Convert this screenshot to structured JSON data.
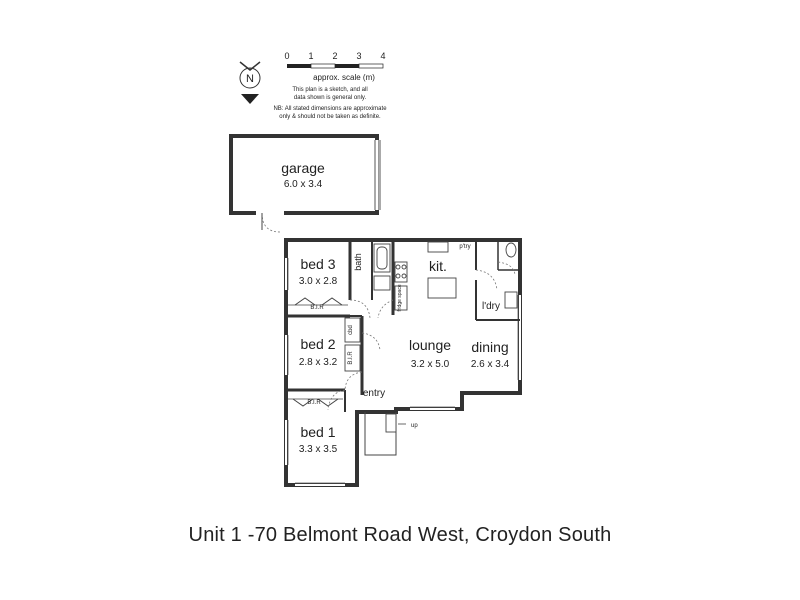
{
  "scale": {
    "ticks": [
      "0",
      "1",
      "2",
      "3",
      "4"
    ],
    "label": "approx. scale (m)",
    "note1": "This plan is a sketch, and all",
    "note2": "data shown is general only.",
    "note3": "NB: All stated dimensions are approximate",
    "note4": "only & should not be taken as definite."
  },
  "compass": {
    "letter": "N"
  },
  "rooms": {
    "garage": {
      "name": "garage",
      "dims": "6.0 x 3.4"
    },
    "bed3": {
      "name": "bed 3",
      "dims": "3.0 x 2.8"
    },
    "bath": {
      "name": "bath"
    },
    "kitchen": {
      "name": "kit."
    },
    "pantry": {
      "name": "p'try"
    },
    "fridge": {
      "name": "fridge space"
    },
    "laundry": {
      "name": "l'dry"
    },
    "bed2": {
      "name": "bed 2",
      "dims": "2.8 x 3.2"
    },
    "cbd": {
      "name": "cbd"
    },
    "lounge": {
      "name": "lounge",
      "dims": "3.2 x 5.0"
    },
    "dining": {
      "name": "dining",
      "dims": "2.6 x 3.4"
    },
    "entry": {
      "name": "entry"
    },
    "bed1": {
      "name": "bed 1",
      "dims": "3.3 x 3.5"
    },
    "bir": "B.I.R",
    "up": "up"
  },
  "address": "Unit 1 -70 Belmont Road West, Croydon South"
}
